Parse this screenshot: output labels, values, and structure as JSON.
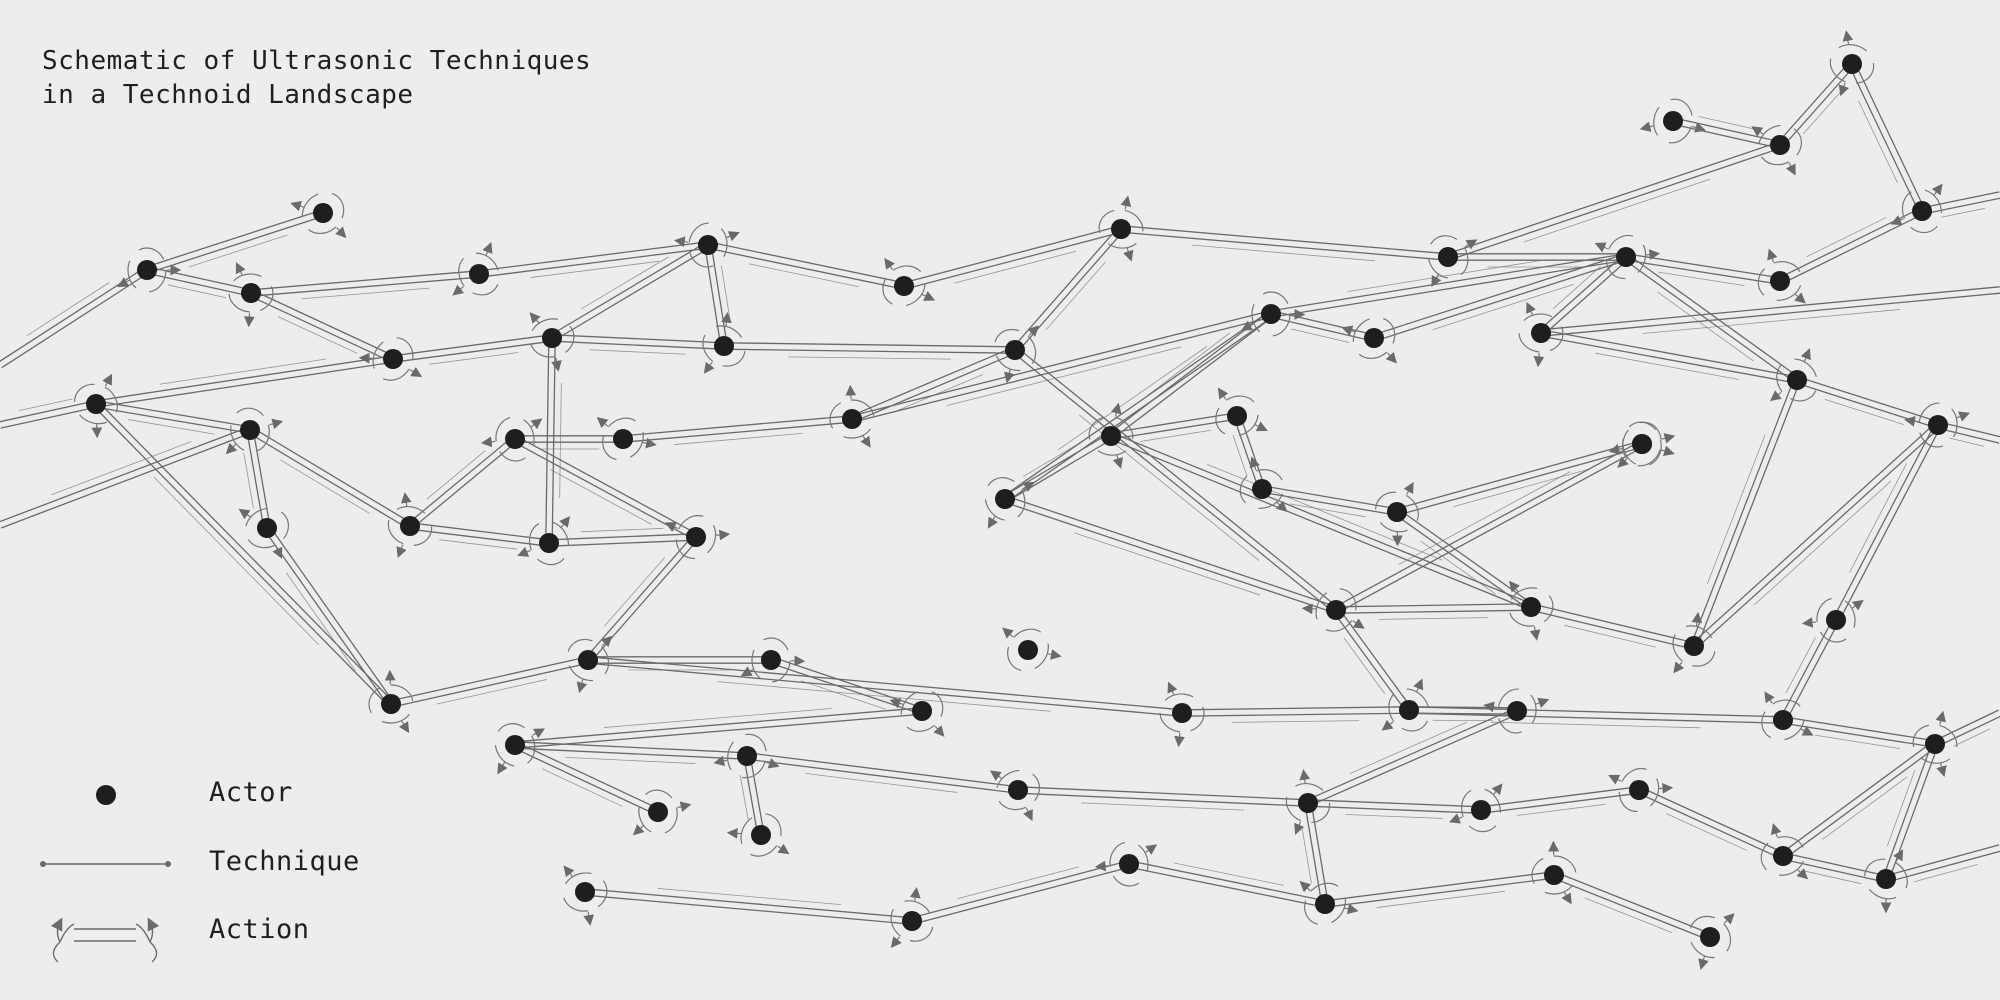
{
  "title": {
    "line1": "Schematic of Ultrasonic Techniques",
    "line2": "in a Technoid Landscape"
  },
  "legend": {
    "actor": "Actor",
    "technique": "Technique",
    "action": "Action"
  },
  "colors": {
    "background": "#ededed",
    "actor": "#1e1e1e",
    "technique": "#6a6a6a",
    "action": "#777777",
    "text": "#1f1f1f"
  }
}
